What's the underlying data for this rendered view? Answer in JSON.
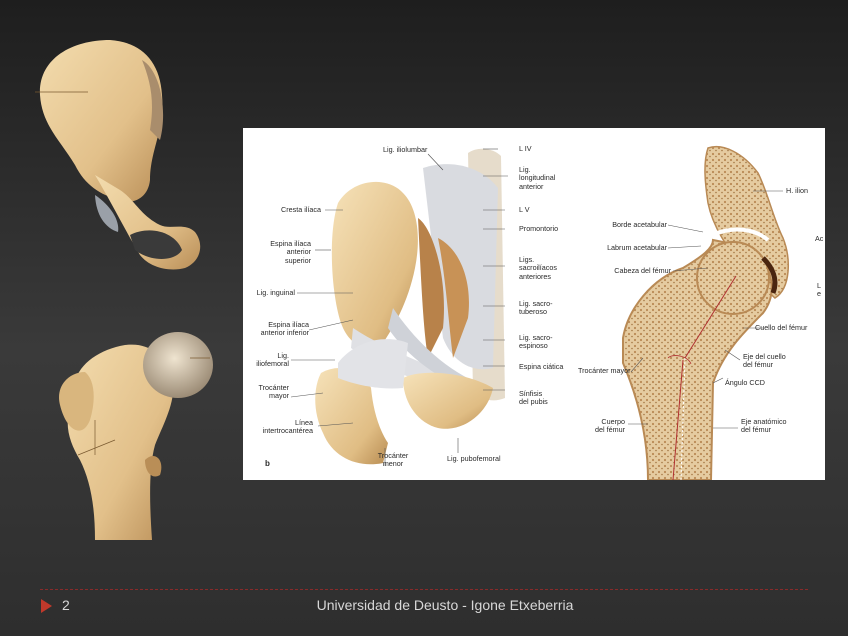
{
  "figure_b": {
    "letter": "b",
    "labels": {
      "lig_iliolumbar": "Lig. iliolumbar",
      "liv": "L IV",
      "lig_longitudinal": "Lig.\nlongitudinal\nanterior",
      "lv": "L V",
      "cresta_iliaca": "Cresta ilíaca",
      "promontorio": "Promontorio",
      "espina_sup": "Espina ilíaca\nanterior\nsuperior",
      "ligs_sacroiliacos": "Ligs.\nsacroilíacos\nanteriores",
      "lig_inguinal": "Lig. inguinal",
      "lig_sacrotuberoso": "Lig. sacro-\ntuberoso",
      "espina_inf": "Espina ilíaca\nanterior inferior",
      "lig_sacroespinoso": "Lig. sacro-\nespinoso",
      "lig_iliofemoral": "Lig.\niliofemoral",
      "espina_ciatica": "Espina ciática",
      "trocanter_mayor": "Trocánter\nmayor",
      "sinfisis": "Sínfisis\ndel pubis",
      "linea_intertrocanterea": "Línea\nintertrocantérea",
      "trocanter_menor": "Trocánter\nmenor",
      "lig_pubofemoral": "Lig. pubofemoral"
    }
  },
  "figure_c": {
    "labels": {
      "h_ilion": "H. ilion",
      "borde_acetabular": "Borde acetabular",
      "ac": "Ac",
      "labrum_acetabular": "Labrum acetabular",
      "cabeza_femur": "Cabeza del fémur",
      "l_e": "L\ne",
      "cuello_femur": "Cuello del fémur",
      "eje_cuello": "Eje del cuello\ndel fémur",
      "trocanter_mayor": "Trocánter mayor",
      "angulo_ccd": "Ángulo CCD",
      "cuerpo_femur": "Cuerpo\ndel fémur",
      "eje_anatomico": "Eje anatómico\ndel fémur"
    }
  },
  "footer": {
    "page_number": "2",
    "text": "Universidad de Deusto - Igone Etxeberria"
  },
  "colors": {
    "bone": "#e9cf9c",
    "bone_shadow": "#c9a36a",
    "ligament": "#dcdde2",
    "accent_red": "#c0392b"
  }
}
